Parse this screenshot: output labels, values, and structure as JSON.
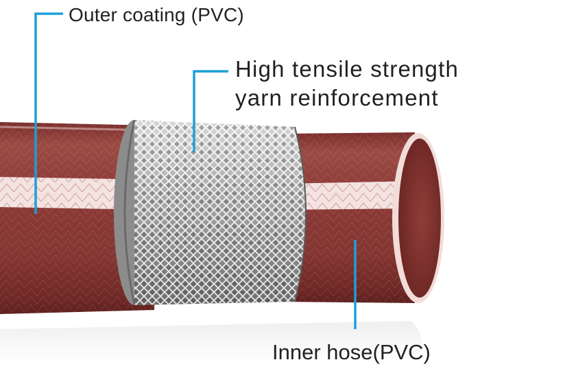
{
  "labels": {
    "outer_coating": "Outer coating (PVC)",
    "yarn_line1": "High tensile strength",
    "yarn_line2": "yarn reinforcement",
    "inner_hose": "Inner hose(PVC)"
  },
  "colors": {
    "hose_red": "#8a3a36",
    "hose_highlight": "#b06a62",
    "stripe": "#f2dede",
    "mesh_base": "#9a9a9a",
    "leader_line": "#1ba0d8",
    "text": "#231f20"
  }
}
